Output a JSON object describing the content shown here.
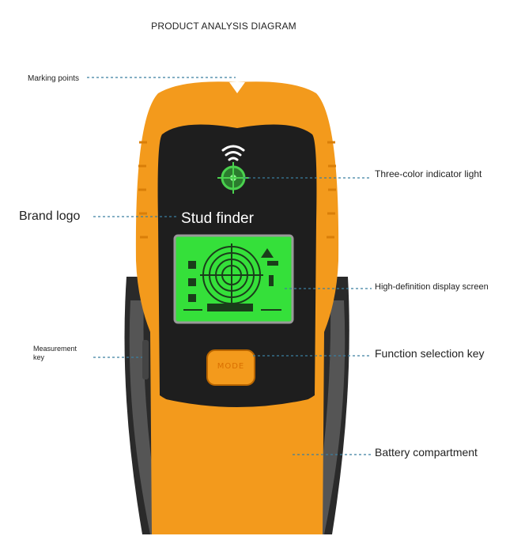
{
  "diagram": {
    "title": "PRODUCT ANALYSIS DIAGRAM",
    "labels": {
      "marking_points": "Marking points",
      "brand_logo": "Brand logo",
      "measurement_key": "Measurement key",
      "three_color_indicator": "Three-color indicator light",
      "display_screen": "High-definition display screen",
      "function_key": "Function selection key",
      "battery_compartment": "Battery compartment"
    },
    "device": {
      "brand_text": "Stud finder",
      "mode_key_label": "MODE"
    },
    "colors": {
      "body_orange": "#f39a1c",
      "face_black": "#1e1e1e",
      "screen_green": "#35e03a",
      "leader_line": "#3a7fa0"
    }
  }
}
